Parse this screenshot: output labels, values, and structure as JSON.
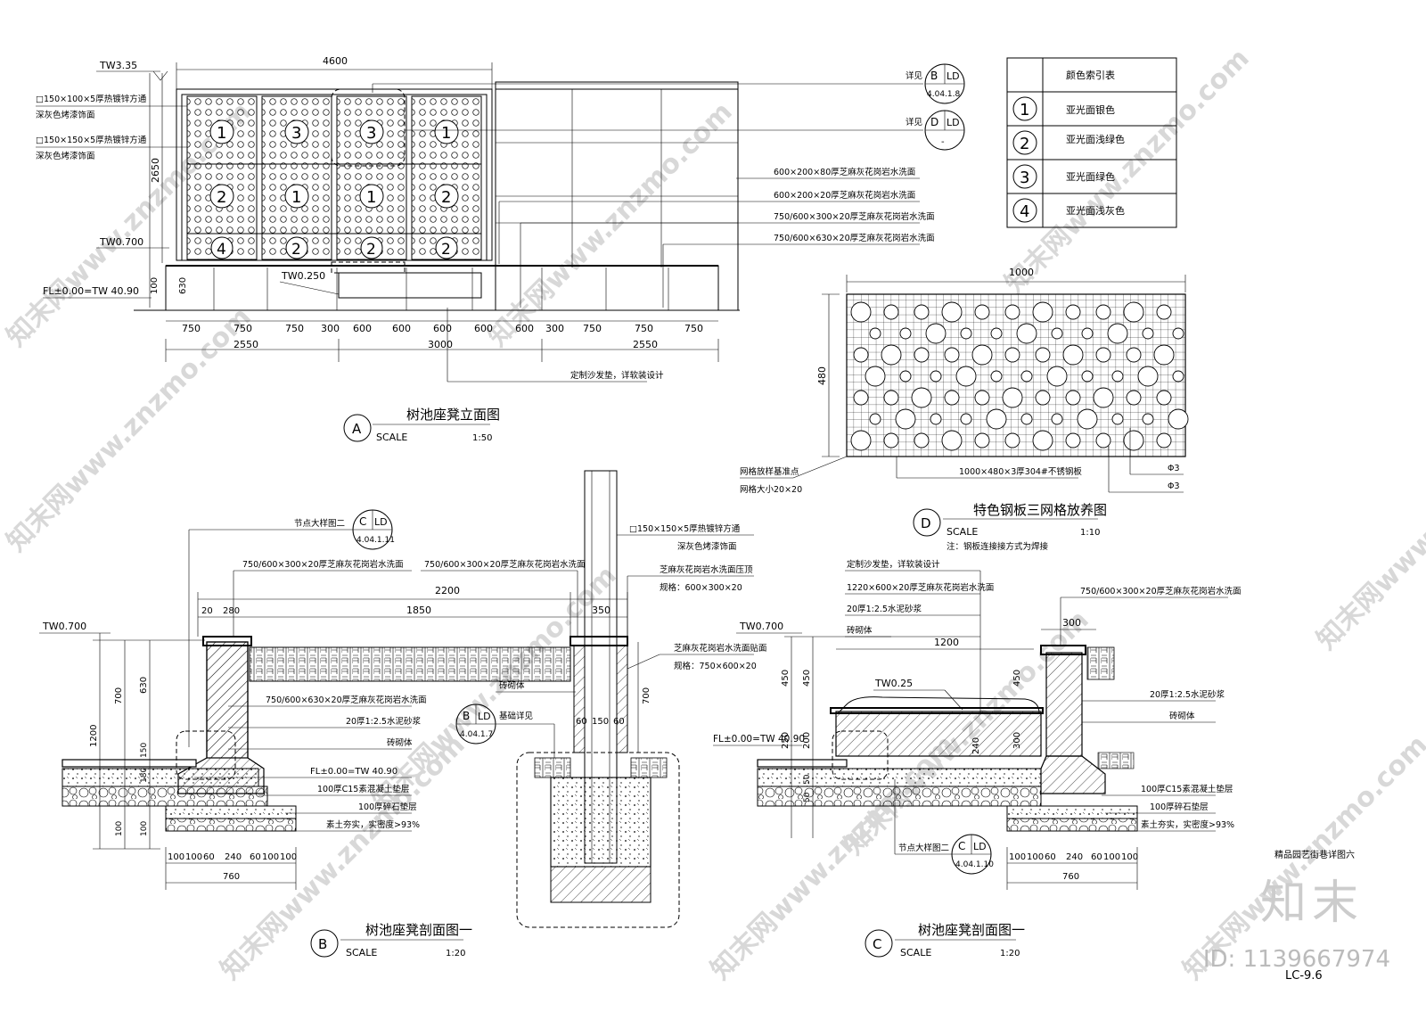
{
  "elevation_a": {
    "title": "树池座凳立面图",
    "id": "A",
    "scale_label": "SCALE",
    "scale": "1:50",
    "overall_dim": "4600",
    "height_dim": "2650",
    "levels": {
      "tw_top": "TW3.35",
      "tw_mid": "TW0.700",
      "tw_seat": "TW0.250",
      "fl": "FL±0.00=TW 40.90"
    },
    "left_notes": [
      "□150×100×5厚热镀锌方通",
      "深灰色烤漆饰面",
      "□150×150×5厚热镀锌方通",
      "深灰色烤漆饰面"
    ],
    "right_notes": [
      "600×200×80厚芝麻灰花岗岩水洗面",
      "600×200×20厚芝麻灰花岗岩水洗面",
      "750/600×300×20厚芝麻灰花岗岩水洗面",
      "750/600×630×20厚芝麻灰花岗岩水洗面"
    ],
    "ref_b": {
      "top": "B",
      "right": "LD",
      "bottom": "4.04.1.8",
      "label": "详见"
    },
    "ref_d": {
      "top": "D",
      "right": "LD",
      "bottom": "-",
      "label": "详见"
    },
    "panel_numbers": [
      "1",
      "3",
      "3",
      "1",
      "2",
      "1",
      "1",
      "2",
      "4",
      "2",
      "2",
      "2"
    ],
    "bottom_dims": [
      "750",
      "750",
      "750",
      "300",
      "600",
      "600",
      "600",
      "600",
      "600",
      "300",
      "750",
      "750",
      "750"
    ],
    "group_dims": [
      "2550",
      "3000",
      "2550"
    ],
    "side_dims": [
      "100",
      "630"
    ],
    "bottom_note": "定制沙发垫，详软装设计"
  },
  "color_table": {
    "header": "颜色索引表",
    "rows": [
      {
        "num": "1",
        "text": "亚光面银色"
      },
      {
        "num": "2",
        "text": "亚光面浅绿色"
      },
      {
        "num": "3",
        "text": "亚光面绿色"
      },
      {
        "num": "4",
        "text": "亚光面浅灰色"
      }
    ]
  },
  "detail_d": {
    "title": "特色钢板三网格放养图",
    "id": "D",
    "scale_label": "SCALE",
    "scale": "1:10",
    "note": "注：钢板连接接方式为焊接",
    "width_dim": "1000",
    "height_dim": "480",
    "label_grid_base": "网格放样基准点",
    "label_grid_size": "网格大小20×20",
    "label_plate": "1000×480×3厚304#不锈钢板",
    "label_r1": "Φ3",
    "label_r2": "Φ3"
  },
  "section_b": {
    "title": "树池座凳剖面图一",
    "id": "B",
    "scale_label": "SCALE",
    "scale": "1:20",
    "ref_c": {
      "top": "C",
      "right": "LD",
      "bottom": "4.04.1.11",
      "label": "节点大样图二"
    },
    "ref_b2": {
      "top": "B",
      "right": "LD",
      "bottom": "4.04.1.7",
      "label": "基础详见"
    },
    "notes": [
      "750/600×300×20厚芝麻灰花岗岩水洗面",
      "750/600×300×20厚芝麻灰花岗岩水洗面",
      "750/600×630×20厚芝麻灰花岗岩水洗面",
      "20厚1:2.5水泥砂浆",
      "砖砌体",
      "FL±0.00=TW 40.90",
      "100厚C15素混凝土垫层",
      "100厚碎石垫层",
      "素土夯实，实密度>93%"
    ],
    "post_notes": [
      "□150×150×5厚热镀锌方通",
      "深灰色烤漆饰面",
      "芝麻灰花岗岩水洗面压顶",
      "规格：600×300×20",
      "芝麻灰花岗岩水洗面贴面",
      "规格：750×600×20",
      "砖砌体"
    ],
    "dims_top": [
      "2200",
      "1850",
      "350",
      "20",
      "280"
    ],
    "level": "TW0.700",
    "v_dims": [
      "1200",
      "700",
      "630",
      "150",
      "180",
      "100",
      "100",
      "700"
    ],
    "bottom_dims": [
      "100",
      "100",
      "60",
      "240",
      "60",
      "100",
      "100"
    ],
    "total_dim": "760",
    "post_dims": [
      "60",
      "150",
      "60"
    ]
  },
  "section_c": {
    "title": "树池座凳剖面图一",
    "id": "C",
    "scale_label": "SCALE",
    "scale": "1:20",
    "ref_c": {
      "top": "C",
      "right": "LD",
      "bottom": "4.04.1.10",
      "label": "节点大样图二"
    },
    "notes": [
      "定制沙发垫，详软装设计",
      "1220×600×20厚芝麻灰花岗岩水洗面",
      "20厚1:2.5水泥砂浆",
      "砖砌体",
      "750/600×300×20厚芝麻灰花岗岩水洗面",
      "20厚1:2.5水泥砂浆",
      "砖砌体",
      "100厚C15素混凝土垫层",
      "100厚碎石垫层",
      "素土夯实，实密度>93%"
    ],
    "levels": {
      "tw": "TW0.700",
      "tw_seat": "TW0.25",
      "fl": "FL±0.00=TW 40.90"
    },
    "dims_top": [
      "300",
      "1200"
    ],
    "v_dims": [
      "450",
      "450",
      "250",
      "200",
      "300",
      "240",
      "450",
      "50",
      "50"
    ],
    "bottom_dims": [
      "100",
      "100",
      "60",
      "240",
      "60",
      "100",
      "100"
    ],
    "total_dim": "760"
  },
  "sheet": {
    "caption": "精品园艺街巷详图六",
    "sheet_no": "LC-9.6",
    "brand": "知末",
    "id_text": "ID: 1139667974",
    "watermark": "知末网www.znzmo.com"
  }
}
